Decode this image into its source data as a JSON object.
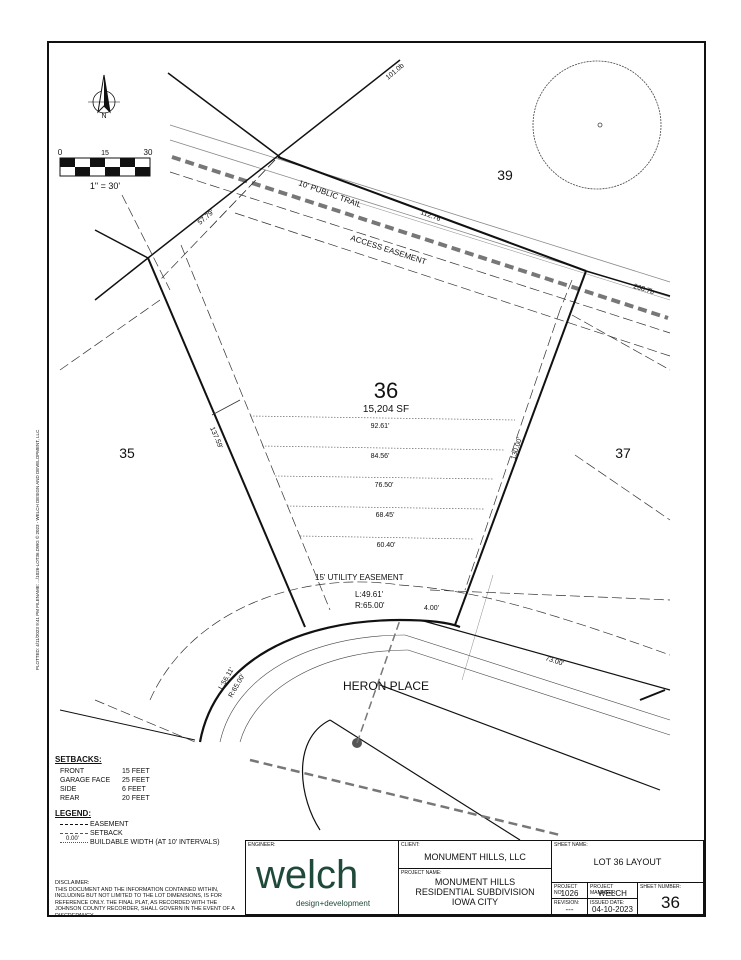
{
  "lot": {
    "number": "36",
    "area": "15,204 SF"
  },
  "neighbors": {
    "north": "39",
    "west": "35",
    "east": "37"
  },
  "street": "HERON PLACE",
  "labels": {
    "trail": "10' PUBLIC TRAIL",
    "access": "ACCESS EASEMENT",
    "utility": "15' UTILITY EASEMENT"
  },
  "dimensions": {
    "d101": "101.0b",
    "d5779": "57.79'",
    "d11276": "112.76'",
    "d2687": "268.7b",
    "d13759": "137.59'",
    "d13000": "130.00'",
    "arc_l": "L:49.61'",
    "arc_r": "R:65.00'",
    "d400": "4.00'",
    "d7300": "73.00'",
    "arc2_l": "L:56.11'",
    "arc2_r": "R:65.00'"
  },
  "buildable_widths": [
    "92.61'",
    "84.56'",
    "76.50'",
    "68.45'",
    "60.40'"
  ],
  "scale": {
    "zero": "0",
    "mid": "15",
    "max": "30",
    "ratio": "1\" = 30'"
  },
  "north_arrow": "N",
  "setbacks": {
    "title": "SETBACKS:",
    "rows": [
      {
        "name": "FRONT",
        "value": "15 FEET"
      },
      {
        "name": "GARAGE FACE",
        "value": "25 FEET"
      },
      {
        "name": "SIDE",
        "value": "6 FEET"
      },
      {
        "name": "REAR",
        "value": "20 FEET"
      }
    ]
  },
  "legend": {
    "title": "LEGEND:",
    "easement": "EASEMENT",
    "setback": "SETBACK",
    "sample": "0.00'",
    "buildable": "BUILDABLE WIDTH (AT 10' INTERVALS)"
  },
  "disclaimer": {
    "title": "DISCLAIMER:",
    "text": "THIS DOCUMENT AND THE INFORMATION CONTAINED WITHIN, INCLUDING BUT NOT LIMITED TO THE LOT DIMENSIONS, IS FOR REFERENCE ONLY. THE FINAL PLAT, AS RECORDED WITH THE JOHNSON COUNTY RECORDER, SHALL GOVERN IN THE EVENT OF A DISCREPANCY."
  },
  "side_note": "PLOTTED: 4/11/2023 9:41 PM   FILENAME: ...\\1026-LOT36.DWG   © 2023 - WELCH DESIGN AND DEVELOPMENT, LLC",
  "title_block": {
    "engineer_caption": "ENGINEER:",
    "logo": "welch",
    "logo_tag": "design+development",
    "client_caption": "CLIENT:",
    "client": "MONUMENT HILLS, LLC",
    "project_caption": "PROJECT NAME:",
    "project_lines": [
      "MONUMENT HILLS",
      "RESIDENTIAL SUBDIVISION",
      "IOWA CITY"
    ],
    "sheet_name_caption": "SHEET NAME:",
    "sheet_name": "LOT 36 LAYOUT",
    "project_no_caption": "PROJECT NO:",
    "project_no": "1026",
    "pm_caption": "PROJECT MANAGER:",
    "pm": "WELCH",
    "sheet_no_caption": "SHEET NUMBER:",
    "sheet_no": "36",
    "revision_caption": "REVISION:",
    "revision": "---",
    "issued_caption": "ISSUED DATE:",
    "issued": "04-10-2023"
  },
  "colors": {
    "line": "#111111",
    "trail": "#777777",
    "logo": "#1f4a3a"
  }
}
